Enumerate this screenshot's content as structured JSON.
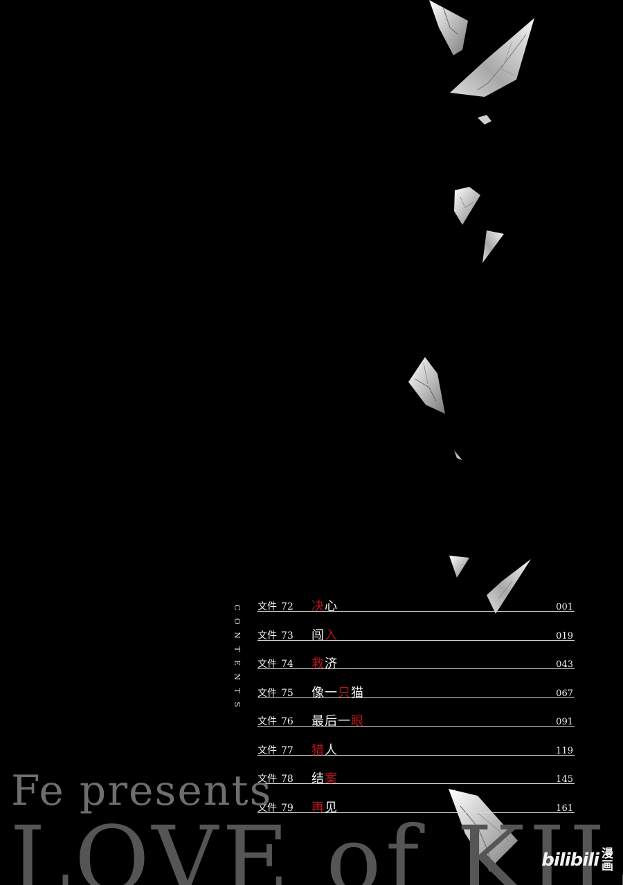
{
  "contents_label": [
    "C",
    "O",
    "N",
    "T",
    "E",
    "N",
    "T",
    "S"
  ],
  "toc": [
    {
      "file": "文件",
      "num": "72",
      "title": [
        {
          "t": "决",
          "red": true
        },
        {
          "t": "心",
          "red": false
        }
      ],
      "page": "001"
    },
    {
      "file": "文件",
      "num": "73",
      "title": [
        {
          "t": "闯",
          "red": false
        },
        {
          "t": "入",
          "red": true
        }
      ],
      "page": "019"
    },
    {
      "file": "文件",
      "num": "74",
      "title": [
        {
          "t": "救",
          "red": true
        },
        {
          "t": "济",
          "red": false
        }
      ],
      "page": "043"
    },
    {
      "file": "文件",
      "num": "75",
      "title": [
        {
          "t": "像一",
          "red": false
        },
        {
          "t": "只",
          "red": true
        },
        {
          "t": "猫",
          "red": false
        }
      ],
      "page": "067"
    },
    {
      "file": "文件",
      "num": "76",
      "title": [
        {
          "t": "最后一",
          "red": false
        },
        {
          "t": "眼",
          "red": true
        }
      ],
      "page": "091"
    },
    {
      "file": "文件",
      "num": "77",
      "title": [
        {
          "t": "猎",
          "red": true
        },
        {
          "t": "人",
          "red": false
        }
      ],
      "page": "119"
    },
    {
      "file": "文件",
      "num": "78",
      "title": [
        {
          "t": "结",
          "red": false
        },
        {
          "t": "案",
          "red": true
        }
      ],
      "page": "145"
    },
    {
      "file": "文件",
      "num": "79",
      "title": [
        {
          "t": "再",
          "red": true
        },
        {
          "t": "见",
          "red": false
        }
      ],
      "page": "161"
    }
  ],
  "presents": "Fe presents",
  "title": "LOVE of KILL",
  "watermark": {
    "brand": "bilibili",
    "tag_line1": "漫",
    "tag_line2": "画"
  },
  "colors": {
    "background": "#000000",
    "accent_red": "#b3161c",
    "text": "#f2f2f2"
  }
}
